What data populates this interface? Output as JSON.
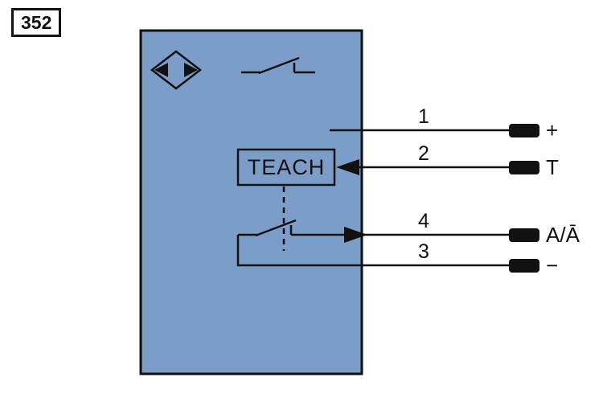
{
  "figure_number": "352",
  "device": {
    "teach_label": "TEACH",
    "body_color": "#7C9DC8"
  },
  "wires": [
    {
      "number": "1",
      "terminal": "+"
    },
    {
      "number": "2",
      "terminal": "T"
    },
    {
      "number": "4",
      "terminal": "A/Ā"
    },
    {
      "number": "3",
      "terminal": "−"
    }
  ]
}
